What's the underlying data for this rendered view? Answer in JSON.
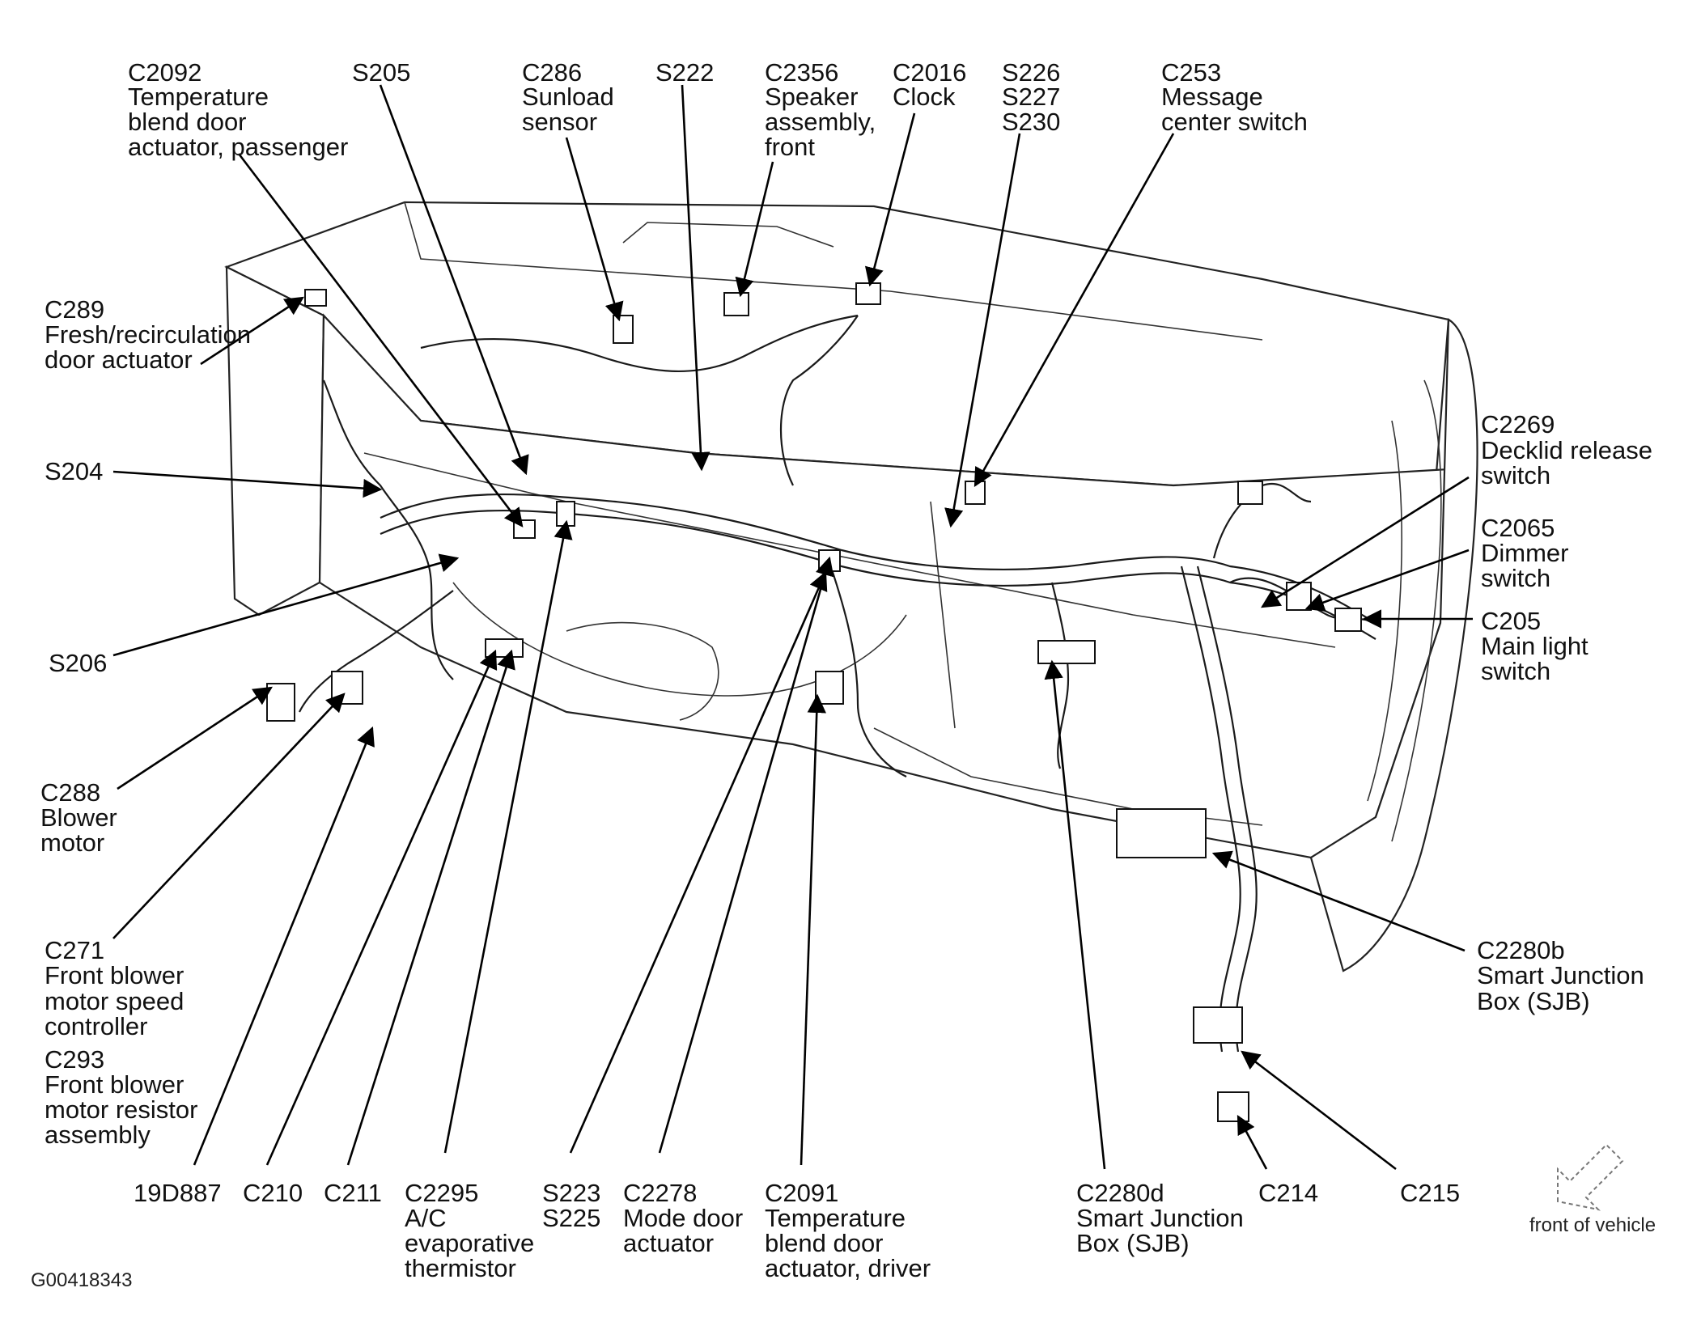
{
  "figure_id": "G00418343",
  "orientation_note": "front of vehicle",
  "labels": {
    "c2092": [
      "C2092",
      "Temperature",
      "blend door",
      "actuator, passenger"
    ],
    "s205": [
      "S205"
    ],
    "c286": [
      "C286",
      "Sunload",
      "sensor"
    ],
    "s222": [
      "S222"
    ],
    "c2356": [
      "C2356",
      "Speaker",
      "assembly,",
      "front"
    ],
    "c2016": [
      "C2016",
      "Clock"
    ],
    "s226": [
      "S226",
      "S227",
      "S230"
    ],
    "c253": [
      "C253",
      "Message",
      "center switch"
    ],
    "c289": [
      "C289",
      "Fresh/recirculation",
      "door actuator"
    ],
    "s204": [
      "S204"
    ],
    "c2269": [
      "C2269",
      "Decklid release",
      "switch"
    ],
    "c2065": [
      "C2065",
      "Dimmer",
      "switch"
    ],
    "c205": [
      "C205",
      "Main light",
      "switch"
    ],
    "s206": [
      "S206"
    ],
    "c288": [
      "C288",
      "Blower",
      "motor"
    ],
    "c271": [
      "C271",
      "Front blower",
      "motor speed",
      "controller"
    ],
    "c293": [
      "C293",
      "Front blower",
      "motor resistor",
      "assembly"
    ],
    "c2280b": [
      "C2280b",
      "Smart Junction",
      "Box (SJB)"
    ],
    "p19d887": [
      "19D887"
    ],
    "c210": [
      "C210"
    ],
    "c211": [
      "C211"
    ],
    "c2295": [
      "C2295",
      "A/C",
      "evaporative",
      "thermistor"
    ],
    "s223": [
      "S223",
      "S225"
    ],
    "c2278": [
      "C2278",
      "Mode door",
      "actuator"
    ],
    "c2091": [
      "C2091",
      "Temperature",
      "blend door",
      "actuator, driver"
    ],
    "c2280d": [
      "C2280d",
      "Smart Junction",
      "Box (SJB)"
    ],
    "c214": [
      "C214"
    ],
    "c215": [
      "C215"
    ]
  }
}
